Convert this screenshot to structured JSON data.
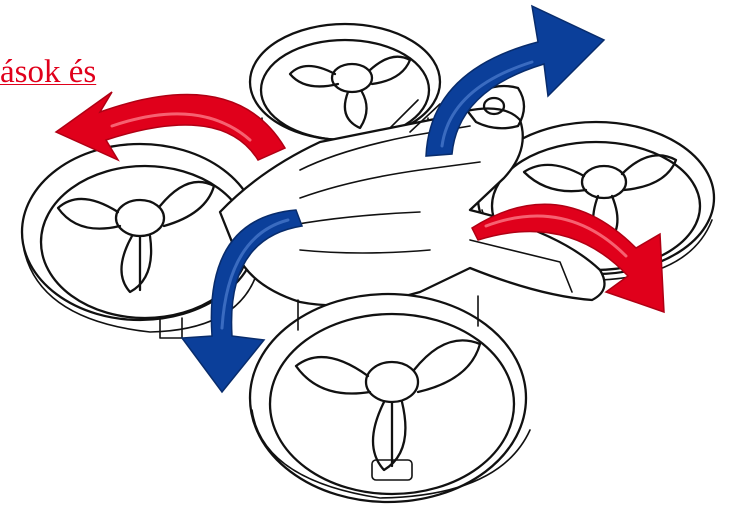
{
  "caption": {
    "text": "ások és"
  },
  "colors": {
    "background": "#ffffff",
    "line_art": "#111111",
    "arrow_red": "#e0001b",
    "arrow_blue": "#0b3f9a",
    "caption_text": "#e0001b"
  },
  "icons": {
    "drone": "quadcopter-drone-line-art",
    "arrows": [
      "curved-arrow-red",
      "curved-arrow-blue"
    ]
  }
}
